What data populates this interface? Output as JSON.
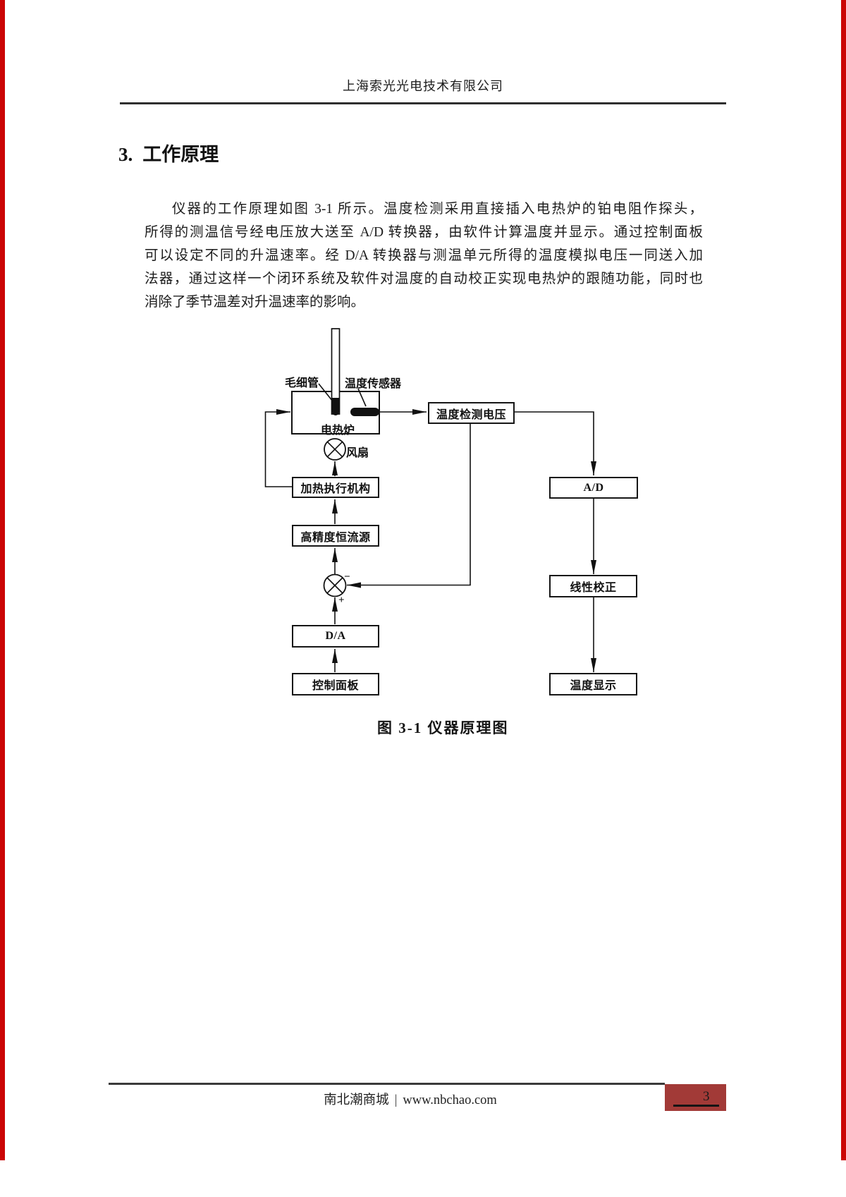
{
  "header": {
    "company": "上海索光光电技术有限公司"
  },
  "section": {
    "number": "3.",
    "title": "工作原理"
  },
  "paragraph": {
    "lines": [
      "仪器的工作原理如图 3-1 所示。温度检测采用直接插入电热炉的铂电阻作探头，",
      "所得的测温信号经电压放大送至 A/D 转换器，由软件计算温度并显示。通过控制面板",
      "可以设定不同的升温速率。经 D/A 转换器与测温单元所得的温度模拟电压一同送入加",
      "法器，通过这样一个闭环系统及软件对温度的自动校正实现电热炉的跟随功能，同时也",
      "消除了季节温差对升温速率的影响。"
    ]
  },
  "figure": {
    "caption": "图 3-1 仪器原理图",
    "labels": {
      "capillary": "毛细管",
      "sensor": "温度传感器",
      "furnace": "电热炉",
      "fan": "风扇",
      "minus": "−",
      "plus": "+"
    },
    "boxes": {
      "detect_voltage": "温度检测电压",
      "ad": "A/D",
      "linear_correction": "线性校正",
      "temp_display": "温度显示",
      "heater_exec": "加热执行机构",
      "current_source": "高精度恒流源",
      "da": "D/A",
      "control_panel": "控制面板"
    }
  },
  "footer": {
    "site": "南北潮商城",
    "separator": "|",
    "url": "www.nbchao.com",
    "page_number": "3"
  },
  "colors": {
    "edge_stripe": "#cb0606",
    "page_number_box": "#a23a37",
    "text": "#1c1c1c"
  }
}
